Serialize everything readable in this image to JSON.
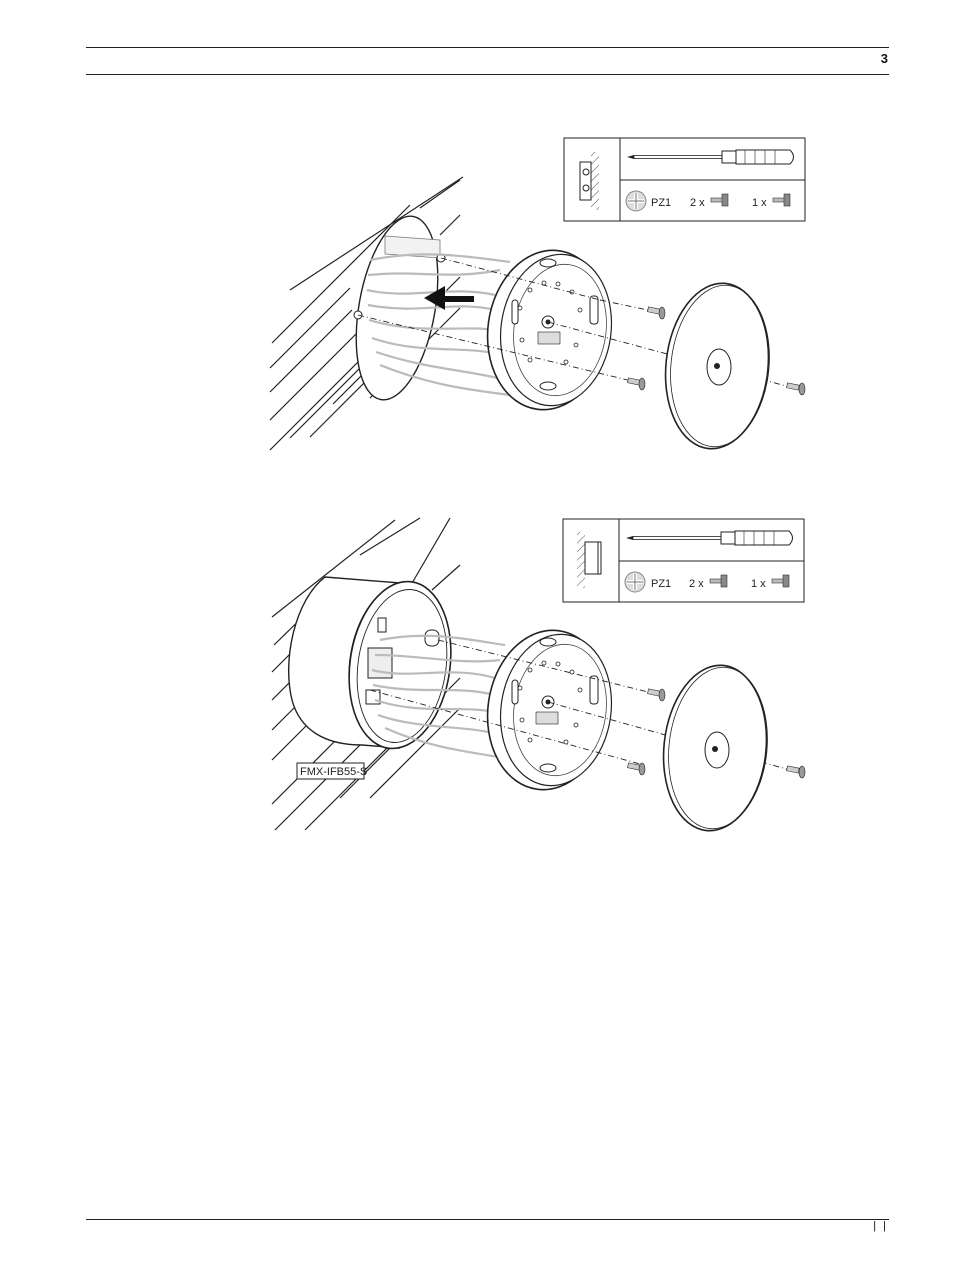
{
  "header": {
    "page_number": "3"
  },
  "figure1": {
    "tools": {
      "bit_label": "PZ1",
      "screws_a": "2 x",
      "screws_b": "1 x"
    }
  },
  "figure2": {
    "tools": {
      "bit_label": "PZ1",
      "screws_a": "2 x",
      "screws_b": "1 x"
    },
    "part_label": "FMX-IFB55-S"
  },
  "footer": {
    "mark": "| |"
  }
}
